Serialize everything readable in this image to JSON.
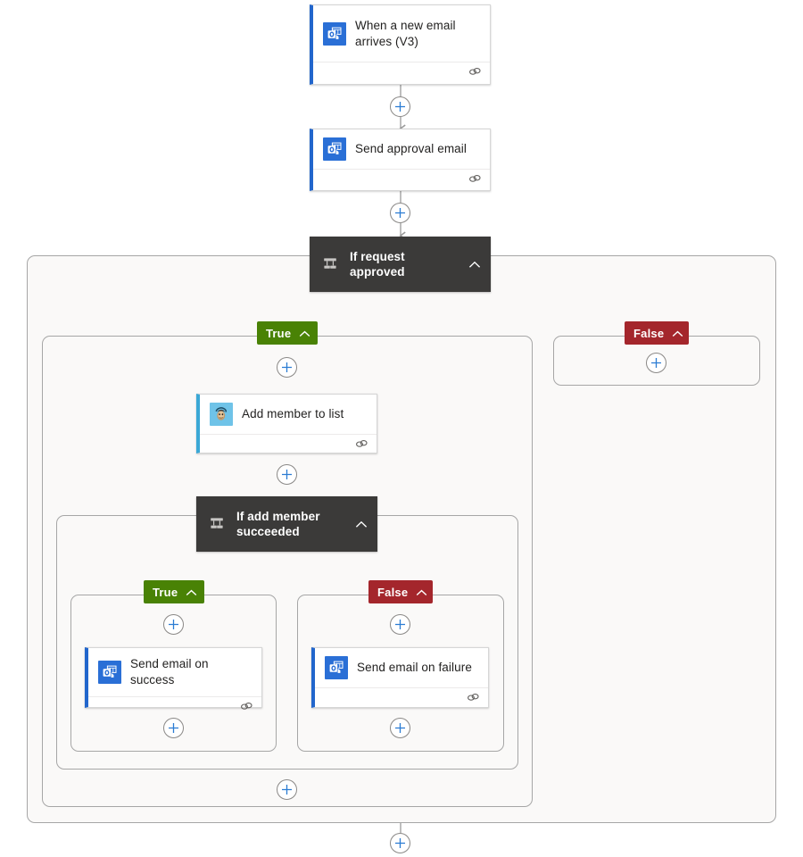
{
  "app": {
    "name": "power-automate-flow-designer",
    "canvas_background": "#ffffff",
    "scope_background": "#faf9f8",
    "scope_border": "#a6a6a6",
    "connector_color": "#9a9a9a",
    "plus_color": "#2b7cd3"
  },
  "colors": {
    "true_pill": "#498205",
    "false_pill": "#a4262c",
    "condition_card": "#3b3a39",
    "outlook_accent": "#2266cc",
    "mailchimp_accent": "#3ba8d6"
  },
  "nodes": {
    "trigger": {
      "title": "When a new email arrives (V3)",
      "icon": "outlook-icon",
      "footer_icon": "link-icon"
    },
    "approval_email": {
      "title": "Send approval email",
      "icon": "outlook-icon",
      "footer_icon": "link-icon"
    },
    "condition_request": {
      "title": "If request approved",
      "icon": "condition-icon",
      "collapse_icon": "chevron-up-icon"
    },
    "branch_true_outer": {
      "label": "True",
      "collapse_icon": "chevron-up-icon"
    },
    "branch_false_outer": {
      "label": "False",
      "collapse_icon": "chevron-up-icon"
    },
    "add_member": {
      "title": "Add member to list",
      "icon": "mailchimp-icon",
      "footer_icon": "link-icon"
    },
    "condition_add_member": {
      "title": "If add member succeeded",
      "icon": "condition-icon",
      "collapse_icon": "chevron-up-icon"
    },
    "branch_true_inner": {
      "label": "True",
      "collapse_icon": "chevron-up-icon"
    },
    "branch_false_inner": {
      "label": "False",
      "collapse_icon": "chevron-up-icon"
    },
    "email_success": {
      "title": "Send email on success",
      "icon": "outlook-icon",
      "footer_icon": "link-icon"
    },
    "email_failure": {
      "title": "Send email on failure",
      "icon": "outlook-icon",
      "footer_icon": "link-icon"
    }
  },
  "add_buttons": [
    {
      "name": "insert-after-trigger",
      "glyph": "+"
    },
    {
      "name": "insert-after-approval-email",
      "glyph": "+"
    },
    {
      "name": "insert-in-true-branch-top",
      "glyph": "+"
    },
    {
      "name": "insert-in-false-branch",
      "glyph": "+"
    },
    {
      "name": "insert-after-add-member",
      "glyph": "+"
    },
    {
      "name": "insert-in-inner-true-top",
      "glyph": "+"
    },
    {
      "name": "insert-in-inner-false-top",
      "glyph": "+"
    },
    {
      "name": "insert-after-email-success",
      "glyph": "+"
    },
    {
      "name": "insert-after-email-failure",
      "glyph": "+"
    },
    {
      "name": "insert-in-true-branch-bottom",
      "glyph": "+"
    },
    {
      "name": "insert-after-condition-request",
      "glyph": "+"
    }
  ]
}
